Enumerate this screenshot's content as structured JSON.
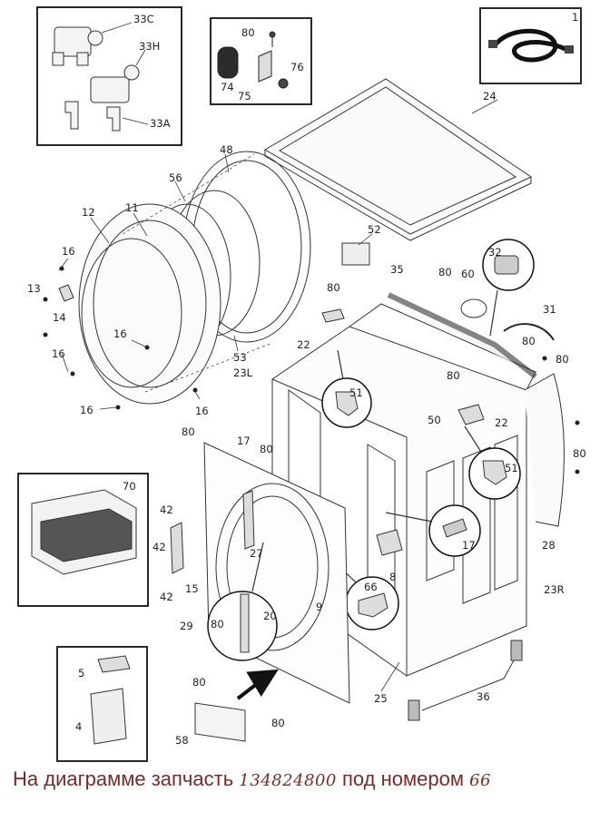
{
  "labels": {
    "l33c": "33C",
    "l33h": "33H",
    "l33a": "33A",
    "l80a": "80",
    "l74": "74",
    "l75": "75",
    "l76": "76",
    "l1": "1",
    "l24": "24",
    "l48": "48",
    "l56": "56",
    "l12": "12",
    "l11": "11",
    "l16a": "16",
    "l13": "13",
    "l14": "14",
    "l16b": "16",
    "l16c": "16",
    "l16d": "16",
    "l16e": "16",
    "l53": "53",
    "l52": "52",
    "l32": "32",
    "l35": "35",
    "l80b": "80",
    "l60": "60",
    "l31": "31",
    "l80c": "80",
    "l80d": "80",
    "l22a": "22",
    "l80e": "80",
    "l23l": "23L",
    "l51a": "51",
    "l80f": "80",
    "l50": "50",
    "l22b": "22",
    "l80g": "80",
    "l80h": "80",
    "l51b": "51",
    "l17a": "17",
    "l80i": "80",
    "l70": "70",
    "l42a": "42",
    "l42b": "42",
    "l42c": "42",
    "l27": "27",
    "l80j": "80",
    "l17b": "17",
    "l28": "28",
    "l15": "15",
    "l8": "8",
    "l66": "66",
    "l23r": "23R",
    "l29": "29",
    "l80k": "80",
    "l20": "20",
    "l9": "9",
    "l5": "5",
    "l80l": "80",
    "l4": "4",
    "l25": "25",
    "l36": "36",
    "l58": "58",
    "l80m": "80"
  },
  "caption": {
    "prefix": "На диаграмме запчасть",
    "part_number": "134824800",
    "middle": "под номером",
    "item_number": "66"
  }
}
